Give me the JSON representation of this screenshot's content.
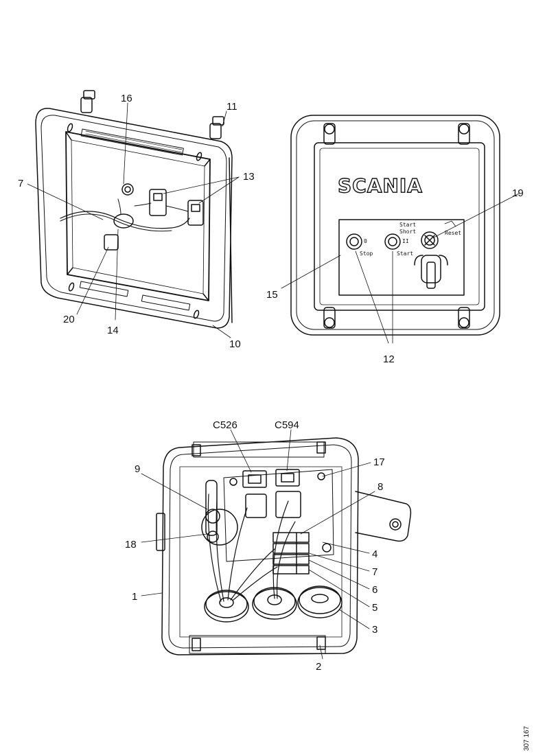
{
  "logo_text": "SCANIA",
  "callouts": {
    "c7a": "7",
    "c16": "16",
    "c11": "11",
    "c13": "13",
    "c20": "20",
    "c14": "14",
    "c10": "10",
    "c19": "19",
    "c15": "15",
    "c12": "12",
    "c526": "C526",
    "c594": "C594",
    "c9": "9",
    "c17": "17",
    "c8": "8",
    "c18": "18",
    "c4": "4",
    "c7b": "7",
    "c1": "1",
    "c6": "6",
    "c5": "5",
    "c3": "3",
    "c2": "2"
  },
  "panel_labels": {
    "stop_digit": "0",
    "stop": "Stop",
    "start_digit": "II",
    "start": "Start",
    "start_hdr1": "Start",
    "start_hdr2": "Short",
    "reset": "Reset"
  },
  "reference": "307 167"
}
